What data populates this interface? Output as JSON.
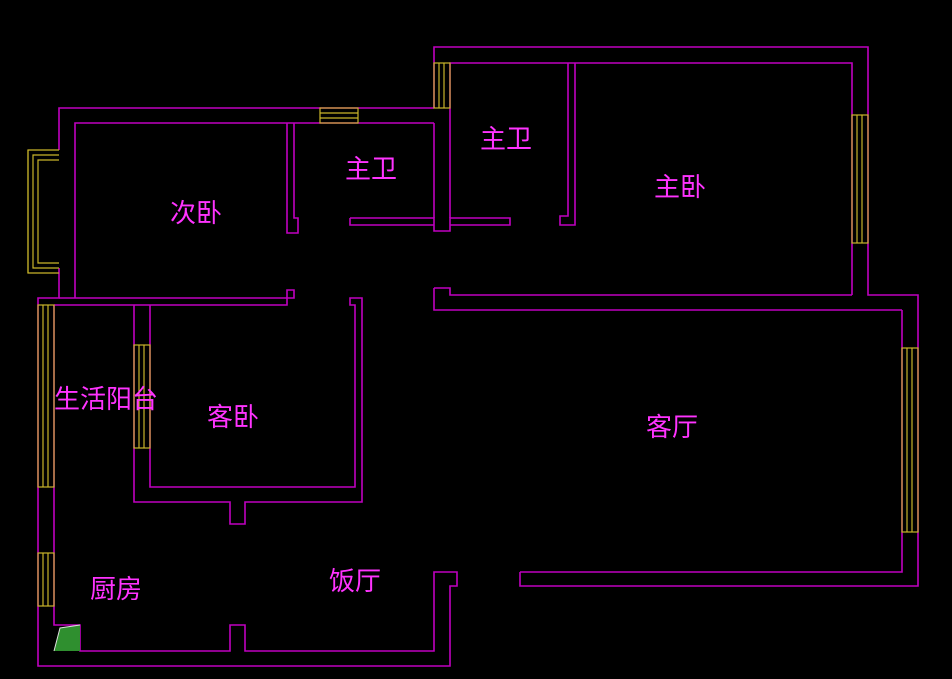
{
  "colors": {
    "background": "#000000",
    "wall": "#c000c0",
    "window": "#c9b52a",
    "label": "#ff33ff",
    "ucs_icon": "#2f8f2f"
  },
  "rooms": {
    "secondary_bedroom": "次卧",
    "master_bath_left": "主卫",
    "master_bath_right": "主卫",
    "master_bedroom": "主卧",
    "utility_balcony": "生活阳台",
    "guest_bedroom": "客卧",
    "living_room": "客厅",
    "kitchen": "厨房",
    "dining_room": "饭厅"
  },
  "icons": {
    "corner": "ucs-icon"
  }
}
